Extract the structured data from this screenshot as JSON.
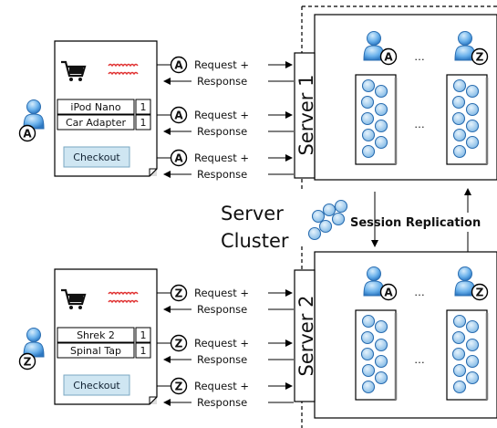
{
  "cluster_label_line1": "Server",
  "cluster_label_line2": "Cluster",
  "replication_label": "Session Replication",
  "ellipsis": "…",
  "request_label": "Request +",
  "response_label": "Response",
  "servers": [
    {
      "label": "Server 1",
      "user_badges": [
        "A",
        "Z"
      ]
    },
    {
      "label": "Server 2",
      "user_badges": [
        "A",
        "Z"
      ]
    }
  ],
  "clients": [
    {
      "badge": "A",
      "items": [
        {
          "name": "iPod Nano",
          "qty": "1"
        },
        {
          "name": "Car Adapter",
          "qty": "1"
        }
      ],
      "checkout_label": "Checkout"
    },
    {
      "badge": "Z",
      "items": [
        {
          "name": "Shrek 2",
          "qty": "1"
        },
        {
          "name": "Spinal Tap",
          "qty": "1"
        }
      ],
      "checkout_label": "Checkout"
    }
  ],
  "colors": {
    "user_blue": "#5aa7e6",
    "session_blue": "#8fc2ea",
    "button_bg": "#cfe6f2"
  }
}
